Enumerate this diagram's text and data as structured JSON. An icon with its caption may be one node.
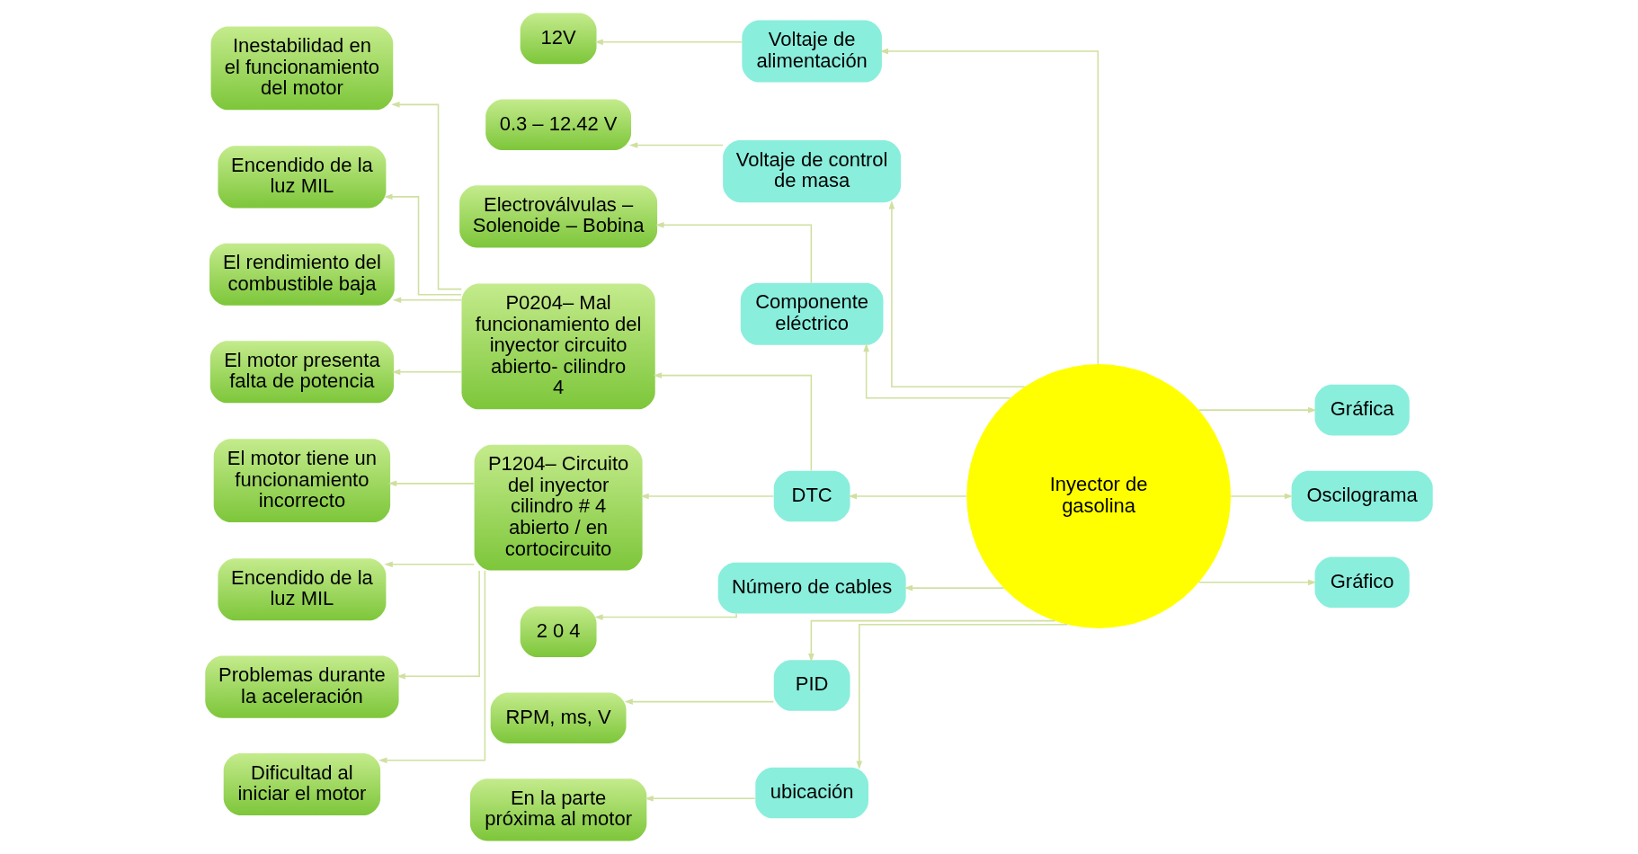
{
  "diagram": {
    "nodes": [
      {
        "text": [
          "12V"
        ]
      },
      {
        "text": [
          "Voltaje de alimentación"
        ]
      },
      {
        "text": [
          "Gráfica"
        ]
      },
      {
        "text": [
          "0.3 – 12.42 V"
        ]
      },
      {
        "text": [
          "Voltaje de control de masa"
        ]
      },
      {
        "text": [
          "Inestabilidad en el funcionamiento del motor"
        ]
      },
      {
        "text": [
          "Encendido de la luz MIL"
        ]
      },
      {
        "text": [
          "P0204– Mal funcionamiento del inyector circuito abierto- cilindro 4"
        ]
      },
      {
        "text": [
          "El rendimiento del combustible baja"
        ]
      },
      {
        "text": [
          "El motor presenta falta de potencia"
        ]
      },
      {
        "text": [
          "Electroválvulas – Solenoide – Bobina"
        ]
      },
      {
        "text": [
          "Componente eléctrico"
        ]
      },
      {
        "text": [
          "DTC"
        ]
      },
      {
        "text": [
          "Inyector de gasolina"
        ]
      },
      {
        "text": [
          "El motor tiene un funcionamiento incorrecto"
        ]
      },
      {
        "text": [
          "Encendido de la luz MIL"
        ]
      },
      {
        "text": [
          "P1204– Circuito del inyector cilindro # 4 abierto / en cortocircuito"
        ]
      },
      {
        "text": [
          "2 0 4"
        ]
      },
      {
        "text": [
          "Número de cables"
        ]
      },
      {
        "text": [
          "Oscilograma"
        ]
      },
      {
        "text": [
          "Problemas durante la aceleración"
        ]
      },
      {
        "text": [
          "Dificultad al iniciar el motor"
        ]
      },
      {
        "text": [
          "RPM, ms, V"
        ]
      },
      {
        "text": [
          "PID"
        ]
      },
      {
        "text": [
          "Gráfico"
        ]
      },
      {
        "text": [
          "En la parte próxima al motor"
        ]
      },
      {
        "text": [
          "ubicación"
        ]
      }
    ],
    "edges": [
      {
        "from": 13,
        "to": 1,
        "arrow": "to"
      },
      {
        "from": 13,
        "to": 4,
        "arrow": "to"
      },
      {
        "from": 13,
        "to": 11,
        "arrow": "to"
      },
      {
        "from": 13,
        "to": 12,
        "arrow": "to"
      },
      {
        "from": 13,
        "to": 18,
        "arrow": "to"
      },
      {
        "from": 13,
        "to": 23,
        "arrow": "to"
      },
      {
        "from": 13,
        "to": 26,
        "arrow": "to"
      },
      {
        "from": 1,
        "to": 0,
        "arrow": "to"
      },
      {
        "from": 4,
        "to": 3,
        "arrow": "to"
      },
      {
        "from": 11,
        "to": 10,
        "arrow": "to"
      },
      {
        "from": 12,
        "to": 7,
        "arrow": "to"
      },
      {
        "from": 12,
        "to": 16,
        "arrow": "to"
      },
      {
        "from": 7,
        "to": 6,
        "arrow": "to"
      },
      {
        "from": 7,
        "to": 5,
        "arrow": "to"
      },
      {
        "from": 7,
        "to": 8,
        "arrow": "to"
      },
      {
        "from": 7,
        "to": 9,
        "arrow": "to"
      },
      {
        "from": 16,
        "to": 15,
        "arrow": "to"
      },
      {
        "from": 16,
        "to": 14,
        "arrow": "to"
      },
      {
        "from": 16,
        "to": 20,
        "arrow": "to"
      },
      {
        "from": 16,
        "to": 21,
        "arrow": "to"
      },
      {
        "from": 18,
        "to": 17,
        "arrow": "to"
      },
      {
        "from": 23,
        "to": 22,
        "arrow": "to"
      },
      {
        "from": 26,
        "to": 25,
        "arrow": "to"
      },
      {
        "from": 13,
        "to": 2,
        "arrow": "to"
      },
      {
        "from": 13,
        "to": 19,
        "arrow": "to"
      },
      {
        "from": 13,
        "to": 24,
        "arrow": "to"
      }
    ]
  }
}
